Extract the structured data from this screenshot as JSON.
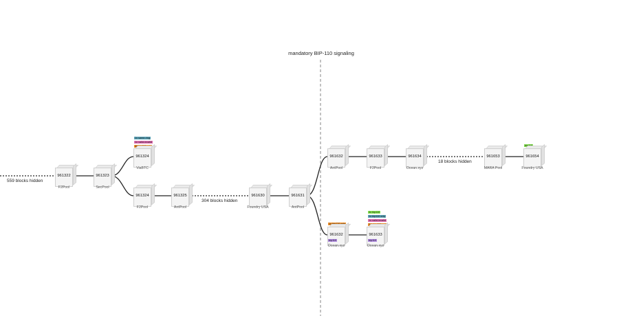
{
  "divider": {
    "label": "mandatory BIP-110 signaling"
  },
  "hidden_gaps": {
    "start": "559 blocks hidden",
    "mid": "304 blocks hidden",
    "upper": "18 blocks hidden"
  },
  "blocks": {
    "b961322": {
      "height": "961322",
      "pool": "F2Pool"
    },
    "b961323": {
      "height": "961323",
      "pool": "SecPool"
    },
    "b961324a": {
      "height": "961324",
      "pool": "ViaBTC"
    },
    "b961324b": {
      "height": "961324",
      "pool": "F2Pool"
    },
    "b961325": {
      "height": "961325",
      "pool": "AntPool"
    },
    "b961630": {
      "height": "961630",
      "pool": "Foundry USA"
    },
    "b961631": {
      "height": "961631",
      "pool": "AntPool"
    },
    "b961632a": {
      "height": "961632",
      "pool": "AntPool"
    },
    "b961633a": {
      "height": "961633",
      "pool": "F2Pool"
    },
    "b961634": {
      "height": "961634",
      "pool": "Ocean.xyz"
    },
    "b961653": {
      "height": "961653",
      "pool": "MARA Pool"
    },
    "b961654": {
      "height": "961654",
      "pool": "Foundry USA"
    },
    "b961632b": {
      "height": "961632",
      "pool": "Ocean.xyz"
    },
    "b961633b": {
      "height": "961633",
      "pool": "Ocean.xyz"
    }
  },
  "tags": {
    "t1": {
      "text": "1x same-ring",
      "color": "#5ba3b8"
    },
    "t2": {
      "text": "1x valid-invalid",
      "color": "#e36fb3"
    },
    "t3": {
      "text": "4x bip110 only",
      "color": "#f0922e"
    },
    "t4": {
      "text": "bip110",
      "color": "#86e64f"
    },
    "t5": {
      "text": "1x bip110 only",
      "color": "#f0922e"
    },
    "t6": {
      "text": "bip110",
      "color": "#b18ae3"
    },
    "t7": {
      "text": "4x bip110",
      "color": "#86e64f"
    },
    "t8": {
      "text": "1x bip110 only",
      "color": "#5ba3b8"
    },
    "t9": {
      "text": "1x valid-invalid",
      "color": "#e36fb3"
    },
    "t10": {
      "text": "24x bip110 only",
      "color": "#f0922e"
    },
    "t11": {
      "text": "bip110",
      "color": "#b18ae3"
    }
  }
}
